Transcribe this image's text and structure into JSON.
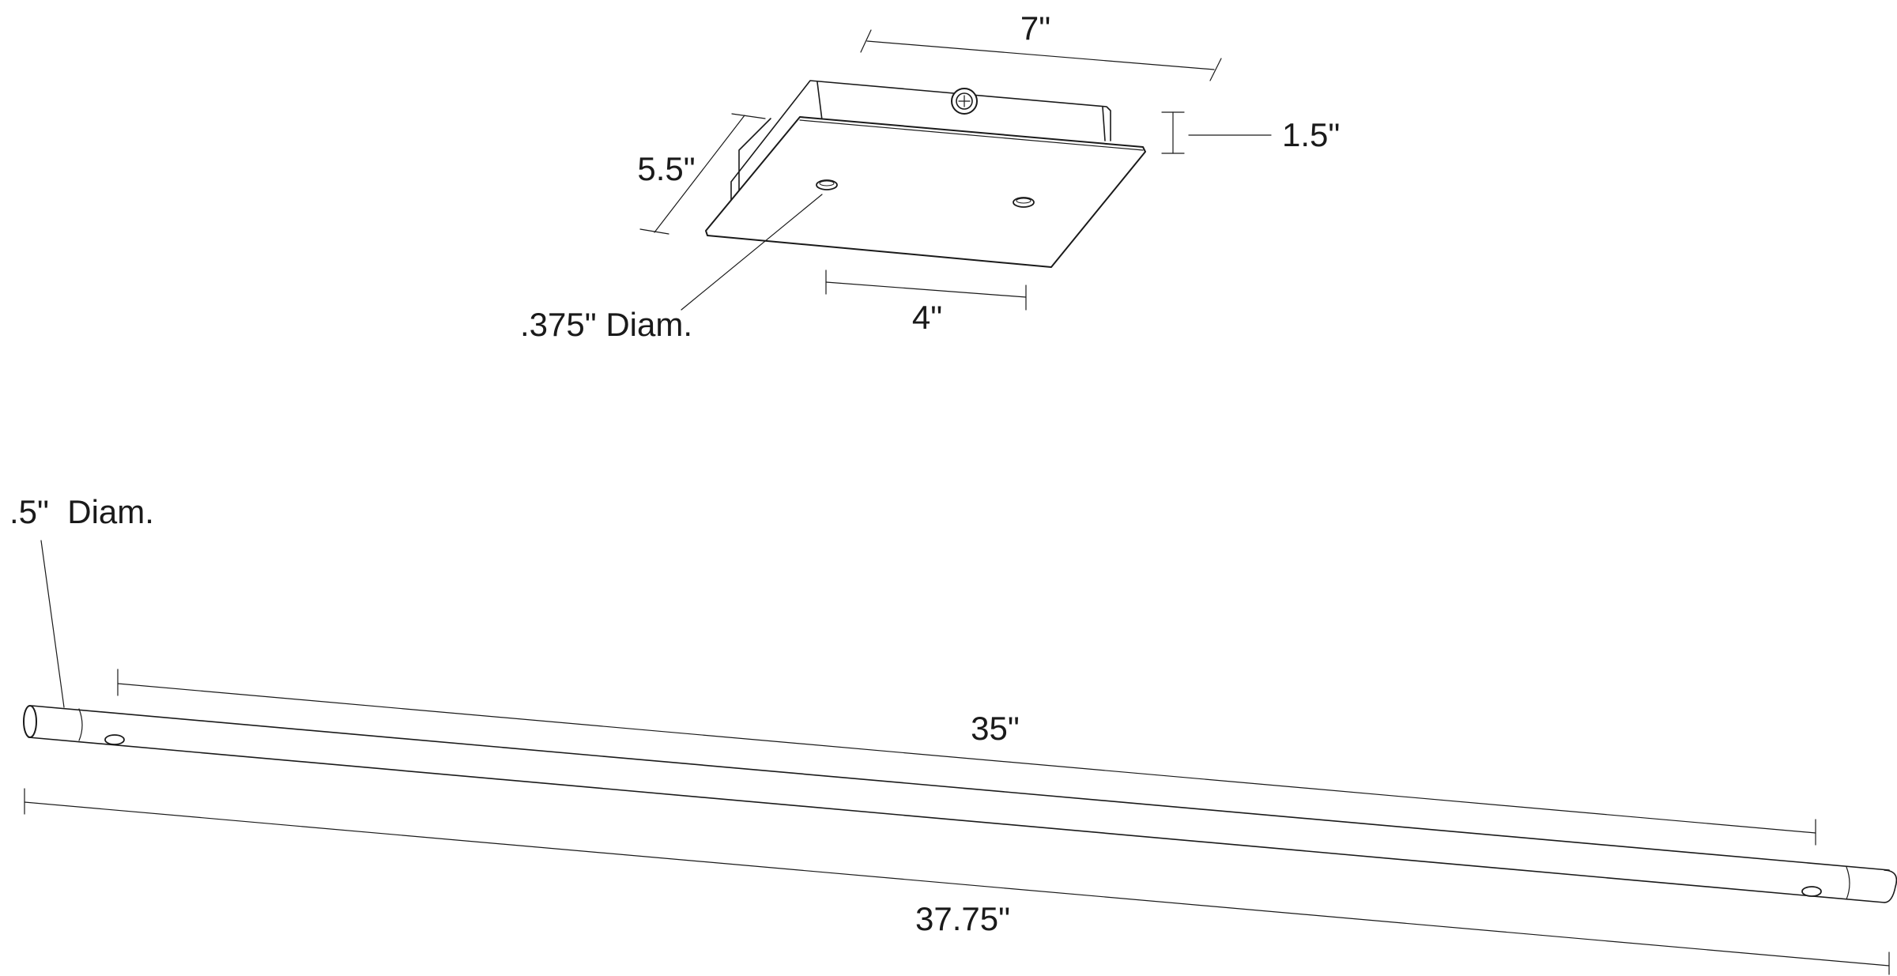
{
  "canopy": {
    "width_label": "7\"",
    "depth_label": "5.5\"",
    "height_label": "1.5\"",
    "hole_spacing_label": "4\"",
    "hole_diameter_label": ".375\" Diam."
  },
  "rod": {
    "diameter_label": ".5\"  Diam.",
    "inner_length_label": "35\"",
    "overall_length_label": "37.75\""
  }
}
